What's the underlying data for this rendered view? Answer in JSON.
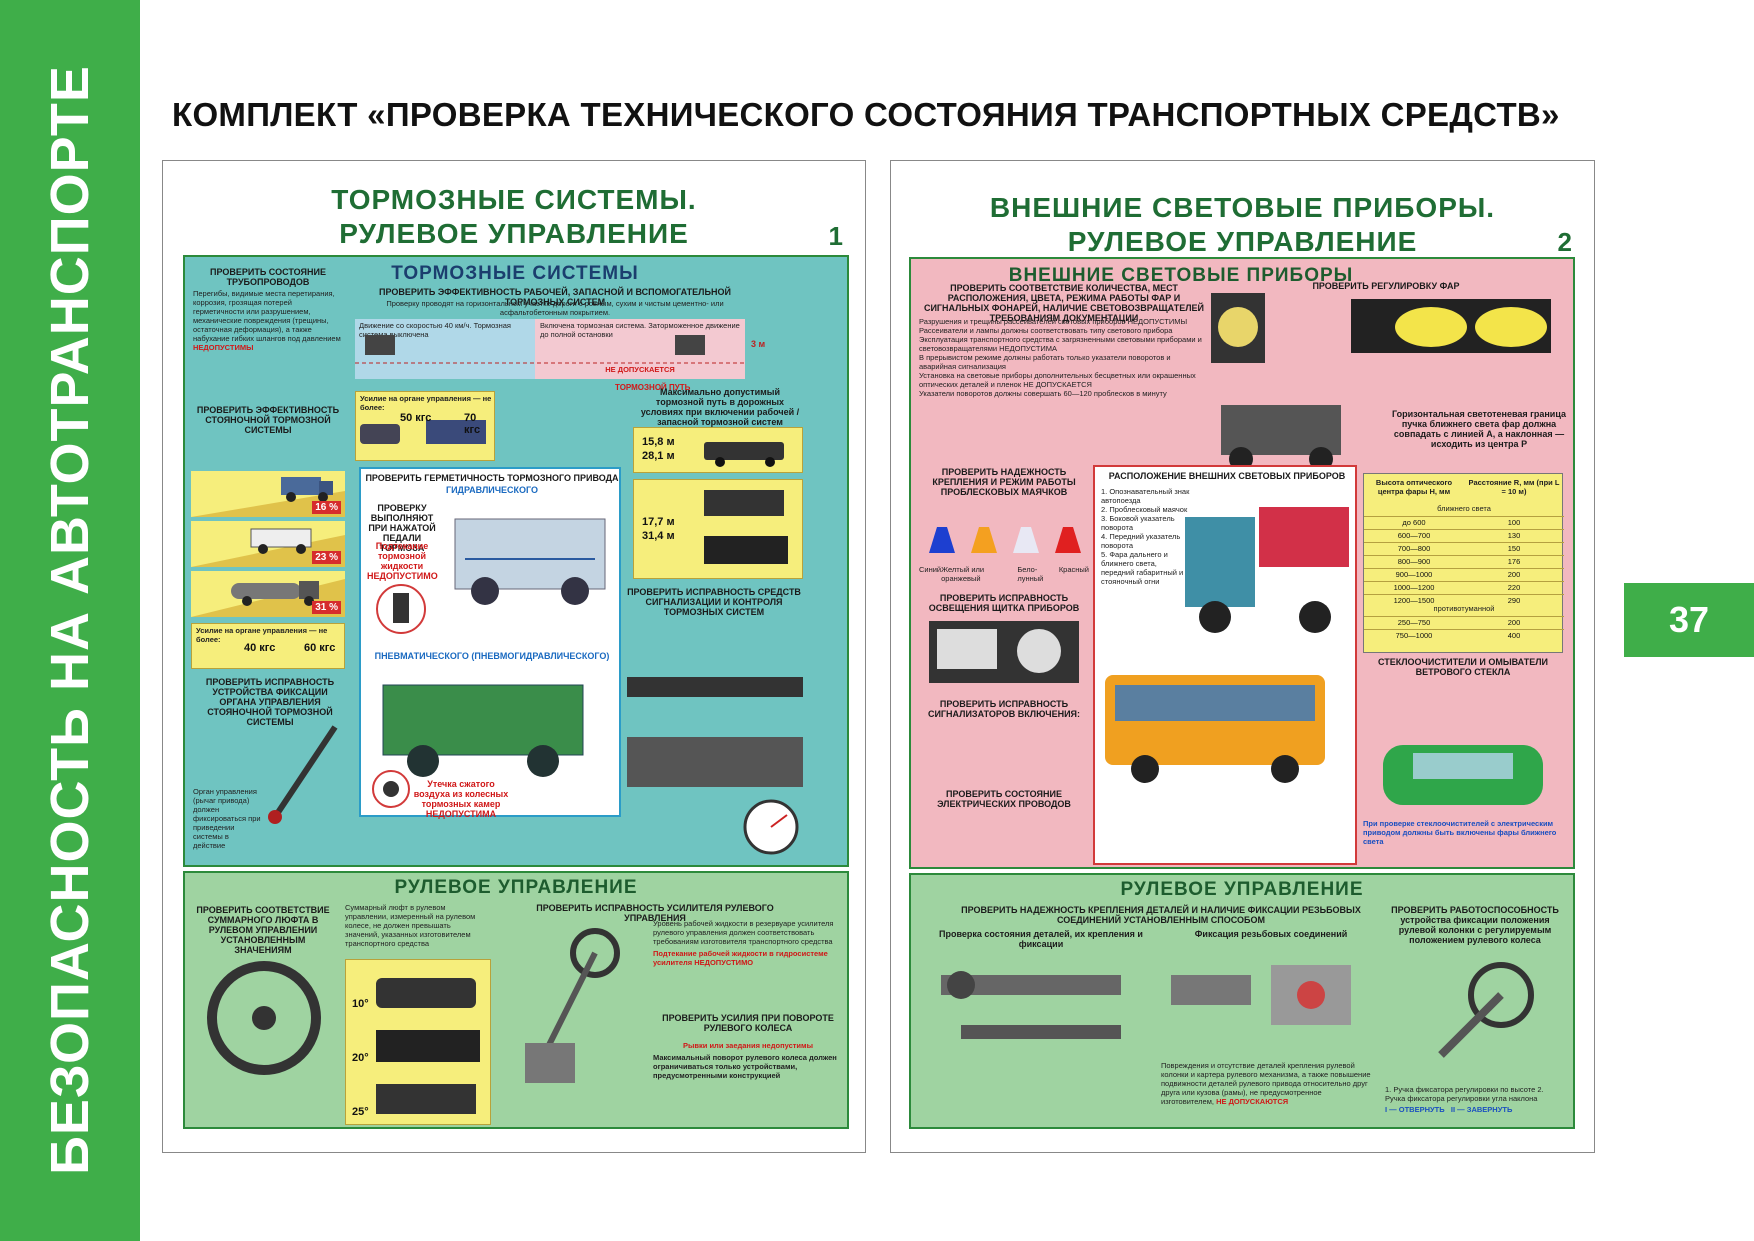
{
  "sidebar": {
    "text": "БЕЗОПАСНОСТЬ НА АВТОТРАНСПОРТЕ",
    "color": "#3fae49"
  },
  "page_number": "37",
  "main_title": "КОМПЛЕКТ «ПРОВЕРКА ТЕХНИЧЕСКОГО СОСТОЯНИЯ ТРАНСПОРТНЫХ СРЕДСТВ»",
  "poster1": {
    "title_line1": "ТОРМОЗНЫЕ СИСТЕМЫ.",
    "title_line2": "РУЛЕВОЕ УПРАВЛЕНИЕ",
    "number": "1",
    "brakes": {
      "title": "ТОРМОЗНЫЕ СИСТЕМЫ",
      "check_pipes": "ПРОВЕРИТЬ СОСТОЯНИЕ ТРУБОПРОВОДОВ",
      "check_pipes_text": "Перегибы, видимые места перетирания, коррозия, грозящая потерей герметичности или разрушением, механические повреждения (трещины, остаточная деформация), а также набухание гибких шлангов под давлением",
      "not_allowed": "НЕДОПУСТИМЫ",
      "check_efficiency": "ПРОВЕРИТЬ ЭФФЕКТИВНОСТЬ РАБОЧЕЙ, ЗАПАСНОЙ И ВСПОМОГАТЕЛЬНОЙ ТОРМОЗНЫХ СИСТЕМ",
      "efficiency_text": "Проверку проводят на горизонтальном участке дороги с ровным, сухим и чистым цементно- или асфальтобетонным покрытием.",
      "speed_note": "Движение со скоростью 40 км/ч. Тормозная система выключена",
      "brake_on": "Включена тормозная система. Заторможенное движение до полной остановки",
      "wheel_lock": "НЕ ДОПУСКАЕТСЯ",
      "brake_path": "ТОРМОЗНОЙ ПУТЬ",
      "lane": "3 м",
      "effort_title": "Усилие на органе управления — не более:",
      "effort_cars": "50 кгс",
      "effort_trucks": "70 кгс",
      "parking_title": "ПРОВЕРИТЬ ЭФФЕКТИВНОСТЬ СТОЯНОЧНОЙ ТОРМОЗНОЙ СИСТЕМЫ",
      "slope1": "16 %",
      "slope2": "23 %",
      "slope3": "31 %",
      "effort2_title": "Усилие на органе управления — не более:",
      "effort2_cars": "40 кгс",
      "effort2_trucks": "60 кгс",
      "fixation_title": "ПРОВЕРИТЬ ИСПРАВНОСТЬ УСТРОЙСТВА ФИКСАЦИИ ОРГАНА УПРАВЛЕНИЯ СТОЯНОЧНОЙ ТОРМОЗНОЙ СИСТЕМЫ",
      "fixation_text": "Орган управления (рычаг привода) должен фиксироваться при приведении системы в действие",
      "max_path_title": "Максимально допустимый тормозной путь в дорожных условиях при включении рабочей / запасной тормозной систем (скорость 40 км/ч)",
      "path1": "15,8 м",
      "path1b": "28,1 м",
      "path2": "17,7 м",
      "path2b": "31,4 м",
      "hermetic_title": "ПРОВЕРИТЬ ГЕРМЕТИЧНОСТЬ ТОРМОЗНОГО ПРИВОДА",
      "hydraulic": "ГИДРАВЛИЧЕСКОГО",
      "check_pressed": "ПРОВЕРКУ ВЫПОЛНЯЮТ ПРИ НАЖАТОЙ ПЕДАЛИ ТОРМОЗА",
      "fluid_leak": "Подтекание тормозной жидкости НЕДОПУСТИМО",
      "pneumatic": "ПНЕВМАТИЧЕСКОГО (ПНЕВМОГИДРАВЛИЧЕСКОГО)",
      "air_leak": "Утечка сжатого воздуха из колесных тормозных камер НЕДОПУСТИМА",
      "signal_title": "ПРОВЕРИТЬ ИСПРАВНОСТЬ СРЕДСТВ СИГНАЛИЗАЦИИ И КОНТРОЛЯ ТОРМОЗНЫХ СИСТЕМ"
    },
    "steering": {
      "title": "РУЛЕВОЕ УПРАВЛЕНИЕ",
      "play_title": "ПРОВЕРИТЬ СООТВЕТСТВИЕ СУММАРНОГО ЛЮФТА В РУЛЕВОМ УПРАВЛЕНИИ УСТАНОВЛЕННЫМ ЗНАЧЕНИЯМ",
      "play_text": "Суммарный люфт в рулевом управлении, измеренный на рулевом колесе, не должен превышать значений, указанных изготовителем транспортного средства",
      "angle1": "10°",
      "angle2": "20°",
      "angle3": "25°",
      "booster_title": "ПРОВЕРИТЬ ИСПРАВНОСТЬ УСИЛИТЕЛЯ РУЛЕВОГО УПРАВЛЕНИЯ",
      "booster_text": "Уровень рабочей жидкости в резервуаре усилителя рулевого управления должен соответствовать требованиям изготовителя транспортного средства",
      "leak_text": "Подтекание рабочей жидкости в гидросистеме усилителя НЕДОПУСТИМО",
      "effort_title": "ПРОВЕРИТЬ УСИЛИЯ ПРИ ПОВОРОТЕ РУЛЕВОГО КОЛЕСА",
      "jerks": "Рывки или заедания недопустимы",
      "max_turn": "Максимальный поворот рулевого колеса должен ограничиваться только устройствами, предусмотренными конструкцией"
    }
  },
  "poster2": {
    "title_line1": "ВНЕШНИЕ СВЕТОВЫЕ ПРИБОРЫ.",
    "title_line2": "РУЛЕВОЕ УПРАВЛЕНИЕ",
    "number": "2",
    "lights": {
      "title": "ВНЕШНИЕ СВЕТОВЫЕ ПРИБОРЫ",
      "check_count": "ПРОВЕРИТЬ СООТВЕТСТВИЕ КОЛИЧЕСТВА, МЕСТ РАСПОЛОЖЕНИЯ, ЦВЕТА, РЕЖИМА РАБОТЫ ФАР И СИГНАЛЬНЫХ ФОНАРЕЙ, НАЛИЧИЕ СВЕТОВОЗВРАЩАТЕЛЕЙ ТРЕБОВАНИЯМ ДОКУМЕНТАЦИИ",
      "bullets": [
        "Разрушения и трещины рассеивателей световых приборов НЕДОПУСТИМЫ",
        "Рассеиватели и лампы должны соответствовать типу светового прибора",
        "Эксплуатация транспортного средства с загрязненными световыми приборами и световозвращателями НЕДОПУСТИМА",
        "В прерывистом режиме должны работать только указатели поворотов и аварийная сигнализация",
        "Установка на световые приборы дополнительных бесцветных или окрашенных оптических деталей и пленок НЕ ДОПУСКАЕТСЯ",
        "Указатели поворотов должны совершать 60—120 проблесков в минуту"
      ],
      "headlight_title": "ПРОВЕРИТЬ РЕГУЛИРОВКУ ФАР",
      "horizontal_title": "Горизонтальная светотеневая граница пучка ближнего света фар должна совпадать с линией A, а наклонная — исходить из центра P",
      "beacons_title": "ПРОВЕРИТЬ НАДЕЖНОСТЬ КРЕПЛЕНИЯ И РЕЖИМ РАБОТЫ ПРОБЛЕСКОВЫХ МАЯЧКОВ",
      "beacon_colors": [
        "Синий",
        "Желтый или оранжевый",
        "Бело-лунный",
        "Красный"
      ],
      "layout_title": "РАСПОЛОЖЕНИЕ ВНЕШНИХ СВЕТОВЫХ ПРИБОРОВ",
      "legend": [
        "1. Опознавательный знак автопоезда",
        "2. Проблесковый маячок",
        "3. Боковой указатель поворота",
        "4. Передний указатель поворота",
        "5. Фара дальнего и ближнего света, передний габаритный и стояночный огни"
      ],
      "panel_title": "ПРОВЕРИТЬ ИСПРАВНОСТЬ ОСВЕЩЕНИЯ ЩИТКА ПРИБОРОВ",
      "indicators_title": "ПРОВЕРИТЬ ИСПРАВНОСТЬ СИГНАЛИЗАТОРОВ ВКЛЮЧЕНИЯ:",
      "wires_title": "ПРОВЕРИТЬ СОСТОЯНИЕ ЭЛЕКТРИЧЕСКИХ ПРОВОДОВ",
      "table_title": "Высота оптического центра фары H, мм",
      "table_col2": "Расстояние R, мм (при L = 10 м)",
      "table_near": "ближнего света",
      "table_rows": [
        [
          "до 600",
          "100"
        ],
        [
          "600—700",
          "130"
        ],
        [
          "700—800",
          "150"
        ],
        [
          "800—900",
          "176"
        ],
        [
          "900—1000",
          "200"
        ],
        [
          "1000—1200",
          "220"
        ],
        [
          "1200—1500",
          "290"
        ]
      ],
      "table_fog": "противотуманной",
      "table_fog_rows": [
        [
          "250—750",
          "200"
        ],
        [
          "750—1000",
          "400"
        ]
      ],
      "wipers_title": "СТЕКЛООЧИСТИТЕЛИ И ОМЫВАТЕЛИ ВЕТРОВОГО СТЕКЛА",
      "wipers_note": "При проверке стеклоочистителей с электрическим приводом должны быть включены фары ближнего света"
    },
    "steering": {
      "title": "РУЛЕВОЕ УПРАВЛЕНИЕ",
      "fastening_title": "ПРОВЕРИТЬ НАДЕЖНОСТЬ КРЕПЛЕНИЯ ДЕТАЛЕЙ И НАЛИЧИЕ ФИКСАЦИИ РЕЗЬБОВЫХ СОЕДИНЕНИЙ УСТАНОВЛЕННЫМ СПОСОБОМ",
      "parts_title": "Проверка состояния деталей, их крепления и фиксации",
      "thread_title": "Фиксация резьбовых соединений",
      "column_title": "ПРОВЕРИТЬ РАБОТОСПОСОБНОСТЬ устройства фиксации положения рулевой колонки с регулируемым положением рулевого колеса",
      "damage_text": "Повреждения и отсутствие деталей крепления рулевой колонки и картера рулевого механизма, а также повышение подвижности деталей рулевого привода относительно друг друга или кузова (рамы), не предусмотренное изготовителем,",
      "not_allowed": "НЕ ДОПУСКАЮТСЯ",
      "handle_note": "1. Ручка фиксатора регулировки по высоте 2. Ручка фиксатора регулировки угла наклона",
      "turn1": "I — ОТВЕРНУТЬ",
      "turn2": "II — ЗАВЕРНУТЬ"
    }
  }
}
